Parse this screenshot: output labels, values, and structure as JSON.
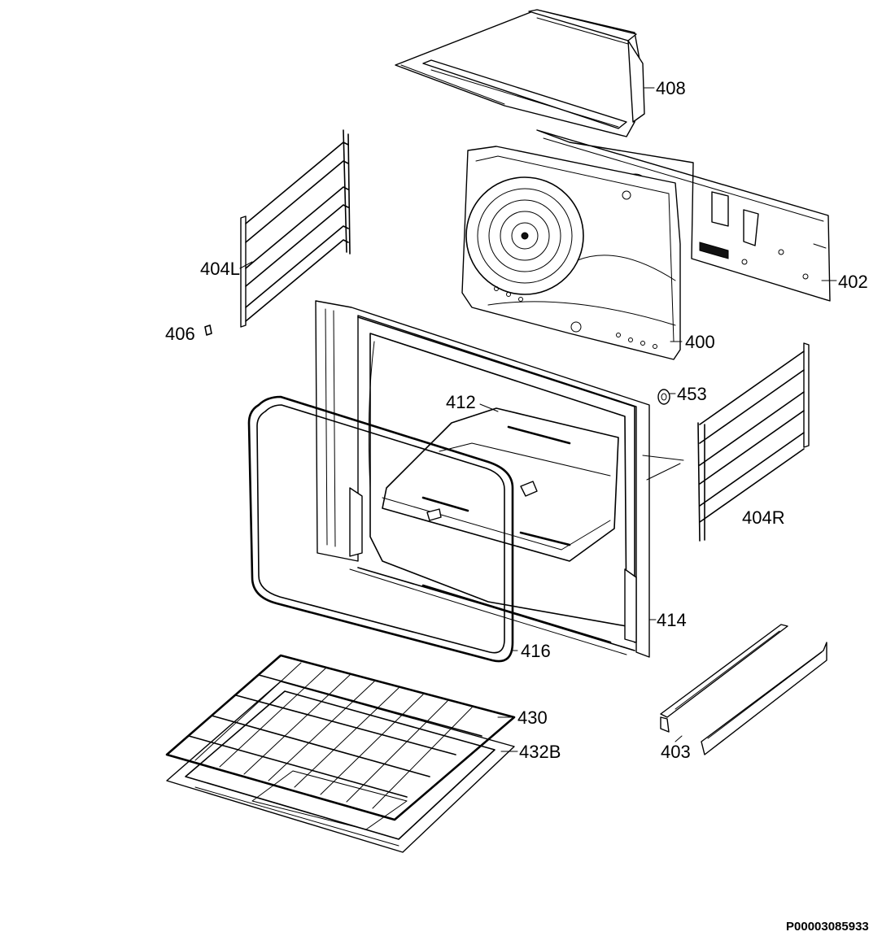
{
  "labels": {
    "p408": "408",
    "p402": "402",
    "p404L": "404L",
    "p406": "406",
    "p400": "400",
    "p412": "412",
    "p453": "453",
    "p404R": "404R",
    "p414": "414",
    "p416": "416",
    "p430": "430",
    "p432B": "432B",
    "p403": "403"
  },
  "drawing_code": "P00003085933"
}
